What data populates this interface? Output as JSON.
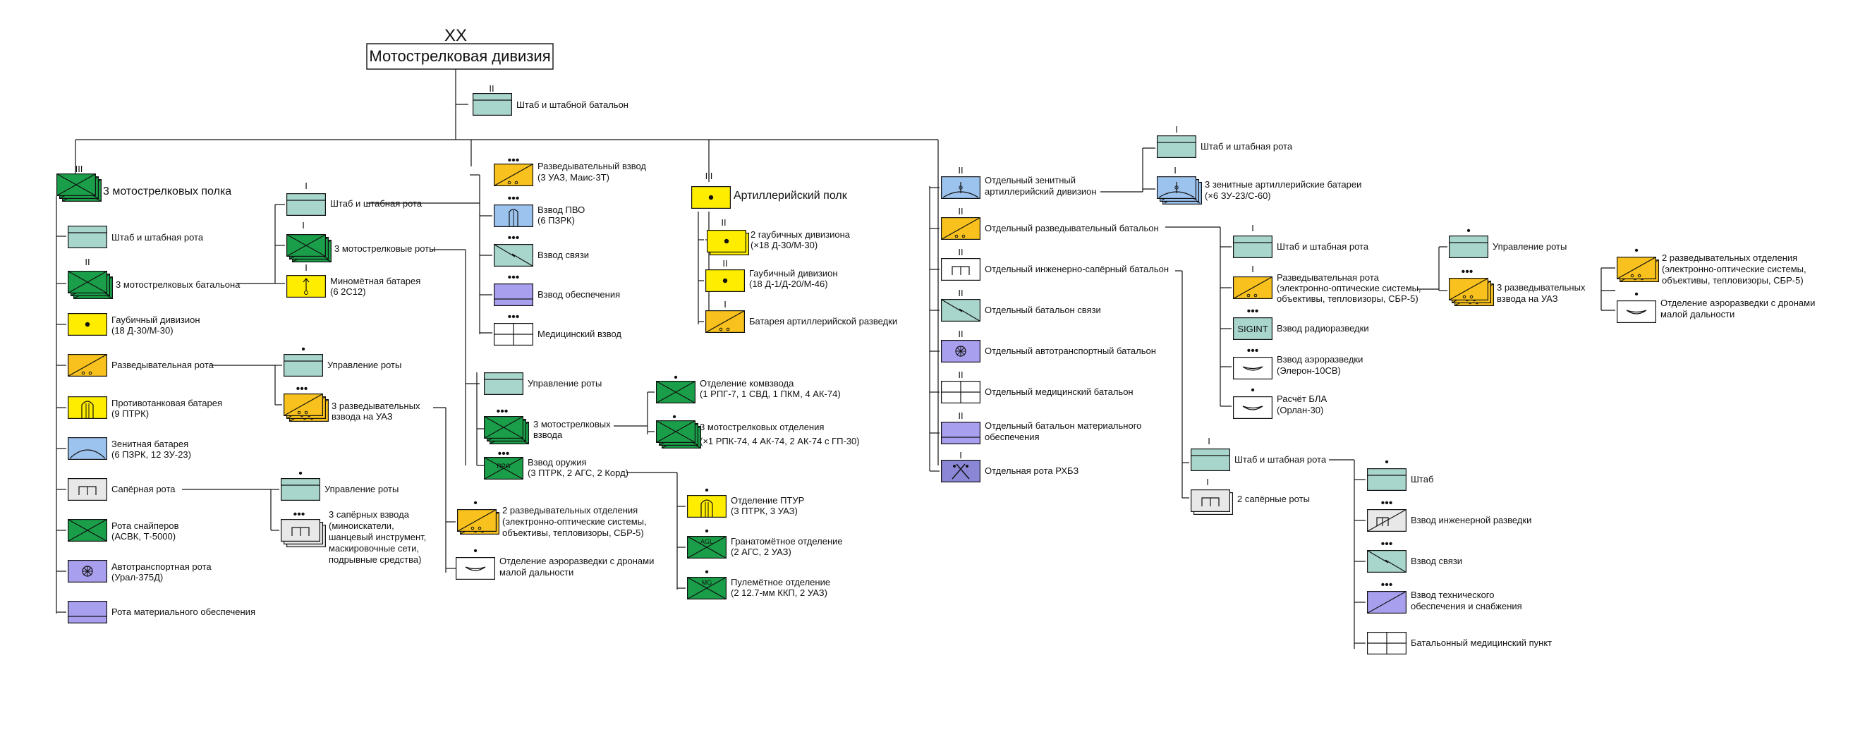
{
  "division": {
    "echelon": "XX",
    "title": "Мотострелковая дивизия",
    "hq": "Штаб и штабной батальон"
  },
  "colors": {
    "infantry": "#1a9e49",
    "artillery": "#ffed00",
    "recon": "#f8c11d",
    "hq": "#a8d5cc",
    "airdef": "#9cc2ee",
    "engineer": "#e8e8e8",
    "transport": "#a99fef",
    "supply": "#a99fef",
    "chem": "#8b87d6",
    "medical": "#ffffff",
    "signals": "#a8d5cc"
  },
  "regiments": {
    "title": "3 мотострелковых полка",
    "hq": "Штаб и штабная рота",
    "battalions": "3 мотострелковых батальона",
    "howitzer_l1": "Гаубичный дивизион",
    "howitzer_l2": "(18 Д-30/М-30)",
    "recon": "Разведывательная рота",
    "at_l1": "Противотанковая батарея",
    "at_l2": "(9 ПТРК)",
    "aa_l1": "Зенитная батарея",
    "aa_l2": "(6 ПЗРК, 12 ЗУ-23)",
    "sapper": "Сапёрная рота",
    "sniper_l1": "Рота снайперов",
    "sniper_l2": "(АСВК, Т-5000)",
    "transport_l1": "Автотранспортная рота",
    "transport_l2": "(Урал-375Д)",
    "supply": "Рота материального обеспечения"
  },
  "battalion": {
    "hq": "Штаб и штабная рота",
    "companies": "3 мотострелковые роты",
    "mortar_l1": "Миномётная батарея",
    "mortar_l2": "(6 2С12)",
    "recon_pl_l1": "Разведывательный взвод",
    "recon_pl_l2": "(3 УАЗ, Маис-3Т)",
    "aa_pl_l1": "Взвод ПВО",
    "aa_pl_l2": "(6 ПЗРК)",
    "sig_pl": "Взвод связи",
    "sup_pl": "Взвод обеспечения",
    "med_pl": "Медицинский взвод"
  },
  "company": {
    "mgmt": "Управление роты",
    "platoons_l1": "3 мотострелковых",
    "platoons_l2": "взвода",
    "weapons_l1": "Взвод оружия",
    "weapons_l2": "(3 ПТРК, 2 АГС, 2 Корд)",
    "cmd_sq_l1": "Отделение комвзвода",
    "cmd_sq_l2": "(1 РПГ-7, 1 СВД, 1 ПКМ, 4 АК-74)",
    "rifle_sq_l1": "3 мотострелковых отделения",
    "rifle_sq_l2": "(×1 РПК-74, 4 АК-74, 2 АК-74 с ГП-30)",
    "atgm_sq_l1": "Отделение ПТУР",
    "atgm_sq_l2": "(3 ПТРК, 3 УАЗ)",
    "gl_sq_l1": "Гранатомётное отделение",
    "gl_sq_l2": "(2 АГС, 2 УАЗ)",
    "mg_sq_l1": "Пулемётное отделение",
    "mg_sq_l2": "(2 12.7-мм ККП, 2 УАЗ)",
    "agl_tag": "AGL",
    "mg_tag": "MG",
    "rpg_tag": "RPG"
  },
  "regt_recon": {
    "mgmt": "Управление роты",
    "platoons_l1": "3 разведывательных",
    "platoons_l2": "взвода на УАЗ",
    "sq_l1": "2 разведывательных отделения",
    "sq_l2": "(электронно-оптические системы,",
    "sq_l3": "объективы, тепловизоры, СБР-5)",
    "drone_l1": "Отделение аэроразведки с дронами",
    "drone_l2": "малой дальности"
  },
  "regt_sapper": {
    "mgmt": "Управление роты",
    "platoons_l1": "3 сапёрных взвода",
    "platoons_l2": "(миноискатели,",
    "platoons_l3": "шанцевый инструмент,",
    "platoons_l4": "маскировочные сети,",
    "platoons_l5": "подрывные средства)"
  },
  "artillery": {
    "title": "Артиллерийский полк",
    "howitzer2_l1": "2 гаубичных дивизиона",
    "howitzer2_l2": "(×18 Д-30/М-30)",
    "howitzer1_l1": "Гаубичный дивизион",
    "howitzer1_l2": "(18 Д-1/Д-20/М-46)",
    "recon": "Батарея артиллерийской разведки"
  },
  "div_units": {
    "aa_l1": "Отдельный зенитный",
    "aa_l2": "артиллерийский дивизион",
    "aa_hq": "Штаб и штабная рота",
    "aa_bat_l1": "3 зенитные артиллерийские батареи",
    "aa_bat_l2": "(×6 ЗУ-23/С-60)",
    "recon_bn": "Отдельный разведывательный батальон",
    "eng_bn": "Отдельный инженерно-сапёрный батальон",
    "sig_bn": "Отдельный батальон связи",
    "trans_bn": "Отдельный автотранспортный батальон",
    "med_bn": "Отдельный медицинский батальон",
    "sup_bn_l1": "Отдельный батальон материального",
    "sup_bn_l2": "обеспечения",
    "chem_co": "Отдельная рота РХБЗ"
  },
  "recon_bn": {
    "hq": "Штаб и штабная рота",
    "co_l1": "Разведывательная рота",
    "co_l2": "(электронно-оптические системы,",
    "co_l3": "объективы, тепловизоры, СБР-5)",
    "sigint": "Взвод радиоразведки",
    "sigint_tag": "SIGINT",
    "aerial_l1": "Взвод аэроразведки",
    "aerial_l2": "(Элерон-10СВ)",
    "uav_l1": "Расчёт БЛА",
    "uav_l2": "(Орлан-30)",
    "mgmt": "Управление роты",
    "platoons_l1": "3 разведывательных",
    "platoons_l2": "взвода на УАЗ",
    "sq_l1": "2 разведывательных отделения",
    "sq_l2": "(электронно-оптические системы,",
    "sq_l3": "объективы, тепловизоры, СБР-5)",
    "drone_l1": "Отделение аэроразведки с дронами",
    "drone_l2": "малой дальности"
  },
  "eng_bn": {
    "hq": "Штаб и штабная рота",
    "companies": "2 сапёрные роты",
    "staff": "Штаб",
    "eng_recon": "Взвод инженерной разведки",
    "sig": "Взвод связи",
    "tech_l1": "Взвод технического",
    "tech_l2": "обеспечения и снабжения",
    "med": "Батальонный медицинский пункт"
  }
}
